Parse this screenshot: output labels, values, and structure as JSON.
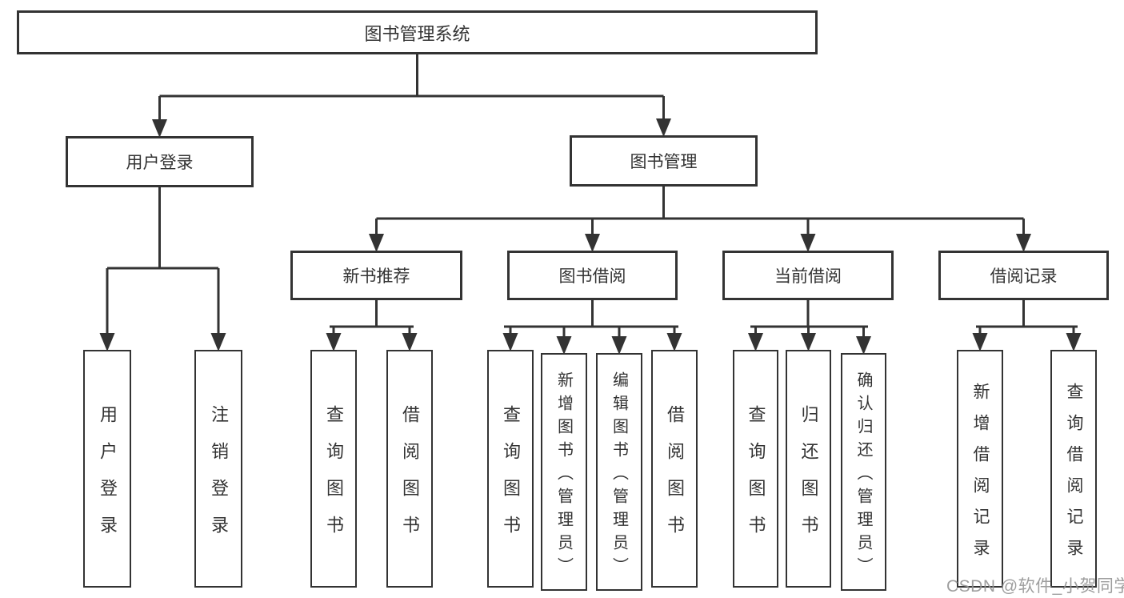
{
  "diagram": {
    "root": {
      "label": "图书管理系统"
    },
    "branches": [
      {
        "label": "用户登录",
        "children": [
          {
            "label": "用户登录"
          },
          {
            "label": "注销登录"
          }
        ]
      },
      {
        "label": "图书管理",
        "sections": [
          {
            "label": "新书推荐",
            "children": [
              {
                "label": "查询图书"
              },
              {
                "label": "借阅图书"
              }
            ]
          },
          {
            "label": "图书借阅",
            "children": [
              {
                "label": "查询图书"
              },
              {
                "label": "新增图书（管理员）"
              },
              {
                "label": "编辑图书（管理员）"
              },
              {
                "label": "借阅图书"
              }
            ]
          },
          {
            "label": "当前借阅",
            "children": [
              {
                "label": "查询图书"
              },
              {
                "label": "归还图书"
              },
              {
                "label": "确认归还（管理员）"
              }
            ]
          },
          {
            "label": "借阅记录",
            "children": [
              {
                "label": "新增借阅记录"
              },
              {
                "label": "查询借阅记录"
              }
            ]
          }
        ]
      }
    ]
  },
  "watermark": {
    "text": "CSDN @软件_小贺同学"
  },
  "colors": {
    "line": "#333333",
    "box_border": "#333333",
    "text": "#333333",
    "watermark": "#949494",
    "background": "#ffffff"
  }
}
